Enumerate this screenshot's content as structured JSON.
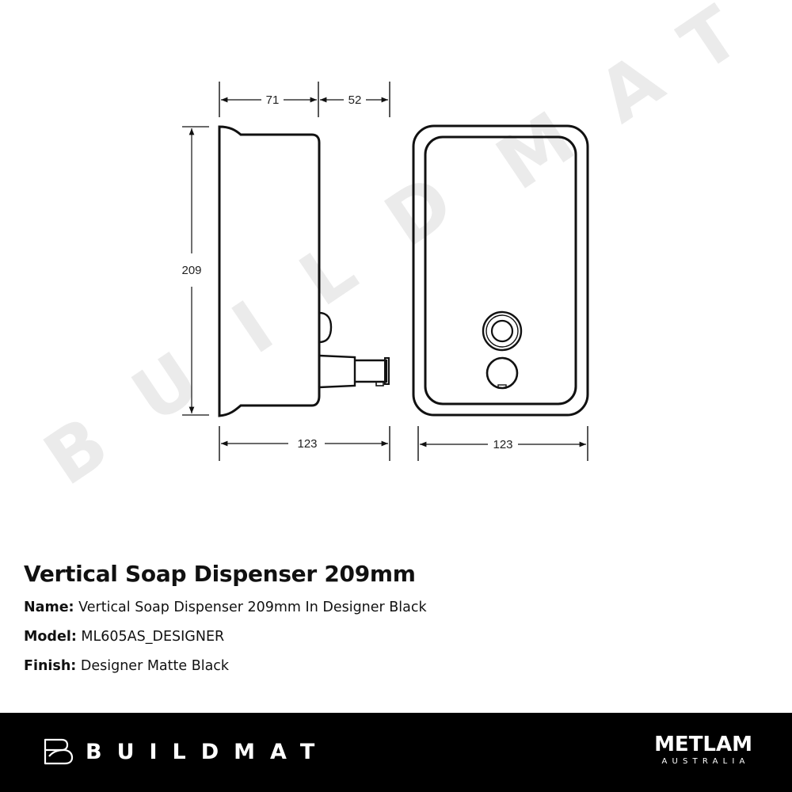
{
  "drawing": {
    "dimensions": {
      "side_depth_body": "71",
      "side_depth_nozzle": "52",
      "height": "209",
      "side_width_total": "123",
      "front_width": "123"
    },
    "watermark": [
      "B",
      "U",
      "I",
      "L",
      "D",
      "M",
      "A",
      "T"
    ]
  },
  "product": {
    "title": "Vertical Soap Dispenser 209mm",
    "name_label": "Name:",
    "name_value": "Vertical Soap Dispenser 209mm In Designer Black",
    "model_label": "Model:",
    "model_value": "ML605AS_DESIGNER",
    "finish_label": "Finish:",
    "finish_value": "Designer Matte Black"
  },
  "footer": {
    "brand": "BUILDMAT",
    "partner_main": "METLAM",
    "partner_sub": "AUSTRALIA",
    "background": "#000000",
    "text_color": "#ffffff"
  }
}
